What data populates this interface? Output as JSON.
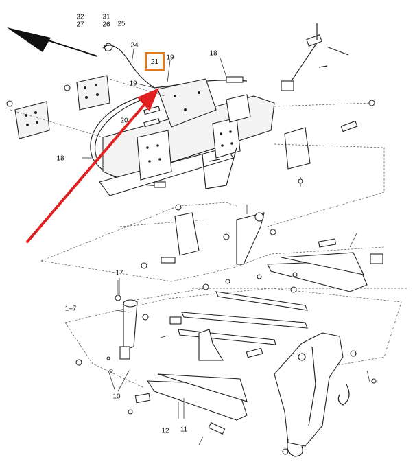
{
  "diagram": {
    "callouts": [
      {
        "key": "c32",
        "text": "32"
      },
      {
        "key": "c27",
        "text": "27"
      },
      {
        "key": "c31",
        "text": "31"
      },
      {
        "key": "c26",
        "text": "26"
      },
      {
        "key": "c25",
        "text": "25"
      },
      {
        "key": "c24",
        "text": "24"
      },
      {
        "key": "c19a",
        "text": "19"
      },
      {
        "key": "c19b",
        "text": "19"
      },
      {
        "key": "c18a",
        "text": "18"
      },
      {
        "key": "c18b",
        "text": "18"
      },
      {
        "key": "c20",
        "text": "20"
      },
      {
        "key": "c17",
        "text": "17"
      },
      {
        "key": "c1_7",
        "text": "1–7"
      },
      {
        "key": "c10",
        "text": "10"
      },
      {
        "key": "c12",
        "text": "12"
      },
      {
        "key": "c11",
        "text": "11"
      }
    ],
    "highlighted_callout": "21",
    "colors": {
      "highlight_box": "#e07b22",
      "red_arrow": "#e02020",
      "black_arrow": "#111111",
      "linework": "#222222"
    }
  }
}
